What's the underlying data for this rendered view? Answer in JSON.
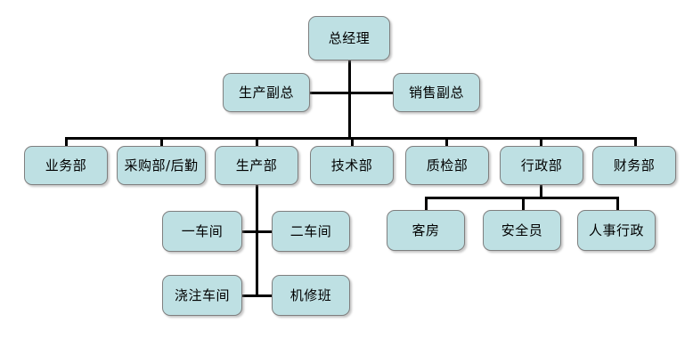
{
  "chart_data": {
    "type": "diagram",
    "title": "",
    "diagram_kind": "organization-chart",
    "orientation": "top-down",
    "levels": 5,
    "colors": {
      "node_fill": "#bee0e3",
      "node_border": "#7f7f7f",
      "connector": "#000000",
      "background": "#ffffff",
      "text": "#000000"
    },
    "nodes": [
      {
        "id": "gm",
        "label": "总经理",
        "level": 1,
        "parent": null
      },
      {
        "id": "vp_prod",
        "label": "生产副总",
        "level": 2,
        "parent": "gm"
      },
      {
        "id": "vp_sales",
        "label": "销售副总",
        "level": 2,
        "parent": "gm"
      },
      {
        "id": "business",
        "label": "业务部",
        "level": 3,
        "parent": "gm"
      },
      {
        "id": "purchasing",
        "label": "采购部/后勤",
        "level": 3,
        "parent": "gm"
      },
      {
        "id": "production",
        "label": "生产部",
        "level": 3,
        "parent": "gm"
      },
      {
        "id": "technical",
        "label": "技术部",
        "level": 3,
        "parent": "gm"
      },
      {
        "id": "quality",
        "label": "质检部",
        "level": 3,
        "parent": "gm"
      },
      {
        "id": "admin",
        "label": "行政部",
        "level": 3,
        "parent": "gm"
      },
      {
        "id": "finance",
        "label": "财务部",
        "level": 3,
        "parent": "gm"
      },
      {
        "id": "workshop1",
        "label": "一车间",
        "level": 4,
        "parent": "production"
      },
      {
        "id": "workshop2",
        "label": "二车间",
        "level": 4,
        "parent": "production"
      },
      {
        "id": "casting",
        "label": "浇注车间",
        "level": 5,
        "parent": "production"
      },
      {
        "id": "repair",
        "label": "机修班",
        "level": 5,
        "parent": "production"
      },
      {
        "id": "guestroom",
        "label": "客房",
        "level": 4,
        "parent": "admin"
      },
      {
        "id": "safety",
        "label": "安全员",
        "level": 4,
        "parent": "admin"
      },
      {
        "id": "hr",
        "label": "人事行政",
        "level": 4,
        "parent": "admin"
      }
    ]
  },
  "chart": {
    "nodes": {
      "gm": "总经理",
      "vp_prod": "生产副总",
      "vp_sales": "销售副总",
      "business": "业务部",
      "purchasing": "采购部/后勤",
      "production": "生产部",
      "technical": "技术部",
      "quality": "质检部",
      "admin": "行政部",
      "finance": "财务部",
      "workshop1": "一车间",
      "workshop2": "二车间",
      "casting": "浇注车间",
      "repair": "机修班",
      "guestroom": "客房",
      "safety": "安全员",
      "hr": "人事行政"
    }
  }
}
